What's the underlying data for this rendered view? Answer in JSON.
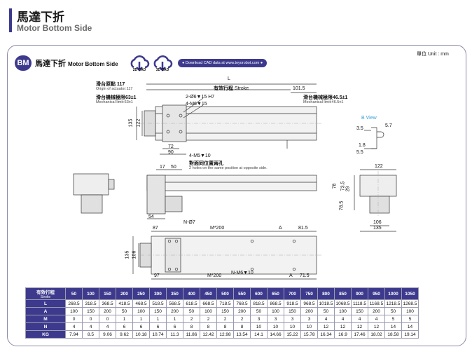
{
  "header": {
    "title": "馬達下折",
    "subtitle": "Motor Bottom Side"
  },
  "model": {
    "code": "BM",
    "name": "馬達下折",
    "name_en": "Motor Bottom Side"
  },
  "cad": {
    "cad2d": "2D CAD",
    "cad3d": "3D CAD",
    "download": "● Download CAD data at www.toyorobot.com ●"
  },
  "unit_label": "單位 Unit : mm",
  "colors": {
    "accent": "#3d3a8e",
    "view_label": "#3aa0d8"
  },
  "icons": [
    "cloud-download-icon",
    "cloud-download-icon"
  ],
  "top_view": {
    "L": "L",
    "stroke_cn": "有效行程",
    "stroke_en": "Stroke",
    "d1015": "101.5",
    "origin_cn": "滑台原點 117",
    "origin_en": "Origin of actuator:117",
    "mech_left_cn": "滑台機械極限63±1",
    "mech_left_en": "Mechanical limit:63±1",
    "mech_right_cn": "滑台機械極限46.5±1",
    "mech_right_en": "Mechanical limit:46.5±1",
    "hole1": "2-Ø6▼15 H7",
    "hole2": "4-M6▼15",
    "d135": "135",
    "d122": "122",
    "d72": "72",
    "d90": "90",
    "hole3": "4-M5▼10",
    "opp_cn": "對面同位置兩孔",
    "opp_en": "2 holes on the same position at opposite side."
  },
  "b_view": {
    "label": "B View",
    "d35": "3.5",
    "d57": "5.7",
    "d18": "1.8",
    "d55": "5.5"
  },
  "front_view": {
    "d17": "17",
    "d50": "50",
    "d54": "54"
  },
  "end_view": {
    "d122": "122",
    "d78": "78",
    "d735": "73.5",
    "d29": "29",
    "d785": "78.5",
    "d106": "106",
    "d135": "135"
  },
  "bottom_view": {
    "d87": "87",
    "n_hole": "N-Ø7",
    "m200a": "M*200",
    "A_top": "A",
    "d815": "81.5",
    "d135": "135",
    "d106": "106",
    "d97": "97",
    "m200b": "M*200",
    "n_tap": "N-M6▼10",
    "A_bot": "A",
    "d715": "71.5"
  },
  "table": {
    "header_cn": "有效行程",
    "header_en": "Stroke",
    "strokes": [
      "50",
      "100",
      "150",
      "200",
      "250",
      "300",
      "350",
      "400",
      "450",
      "500",
      "550",
      "600",
      "650",
      "700",
      "750",
      "800",
      "850",
      "900",
      "950",
      "1000",
      "1050"
    ],
    "rows": [
      {
        "label": "L",
        "values": [
          "268.5",
          "318.5",
          "368.5",
          "418.5",
          "468.5",
          "518.5",
          "568.5",
          "618.5",
          "668.5",
          "718.5",
          "768.5",
          "818.5",
          "868.5",
          "918.5",
          "968.5",
          "1018.5",
          "1068.5",
          "1118.5",
          "1168.5",
          "1218.5",
          "1268.5"
        ]
      },
      {
        "label": "A",
        "values": [
          "100",
          "150",
          "200",
          "50",
          "100",
          "150",
          "200",
          "50",
          "100",
          "150",
          "200",
          "50",
          "100",
          "150",
          "200",
          "50",
          "100",
          "150",
          "200",
          "50",
          "100"
        ]
      },
      {
        "label": "M",
        "values": [
          "0",
          "0",
          "0",
          "1",
          "1",
          "1",
          "1",
          "2",
          "2",
          "2",
          "2",
          "3",
          "3",
          "3",
          "3",
          "4",
          "4",
          "4",
          "4",
          "5",
          "5"
        ]
      },
      {
        "label": "N",
        "values": [
          "4",
          "4",
          "4",
          "6",
          "6",
          "6",
          "6",
          "8",
          "8",
          "8",
          "8",
          "10",
          "10",
          "10",
          "10",
          "12",
          "12",
          "12",
          "12",
          "14",
          "14"
        ]
      },
      {
        "label": "KG",
        "values": [
          "7.94",
          "8.5",
          "9.06",
          "9.62",
          "10.18",
          "10.74",
          "11.3",
          "11.86",
          "12.42",
          "12.98",
          "13.54",
          "14.1",
          "14.66",
          "15.22",
          "15.78",
          "16.34",
          "16.9",
          "17.46",
          "18.02",
          "18.58",
          "19.14"
        ]
      }
    ]
  }
}
